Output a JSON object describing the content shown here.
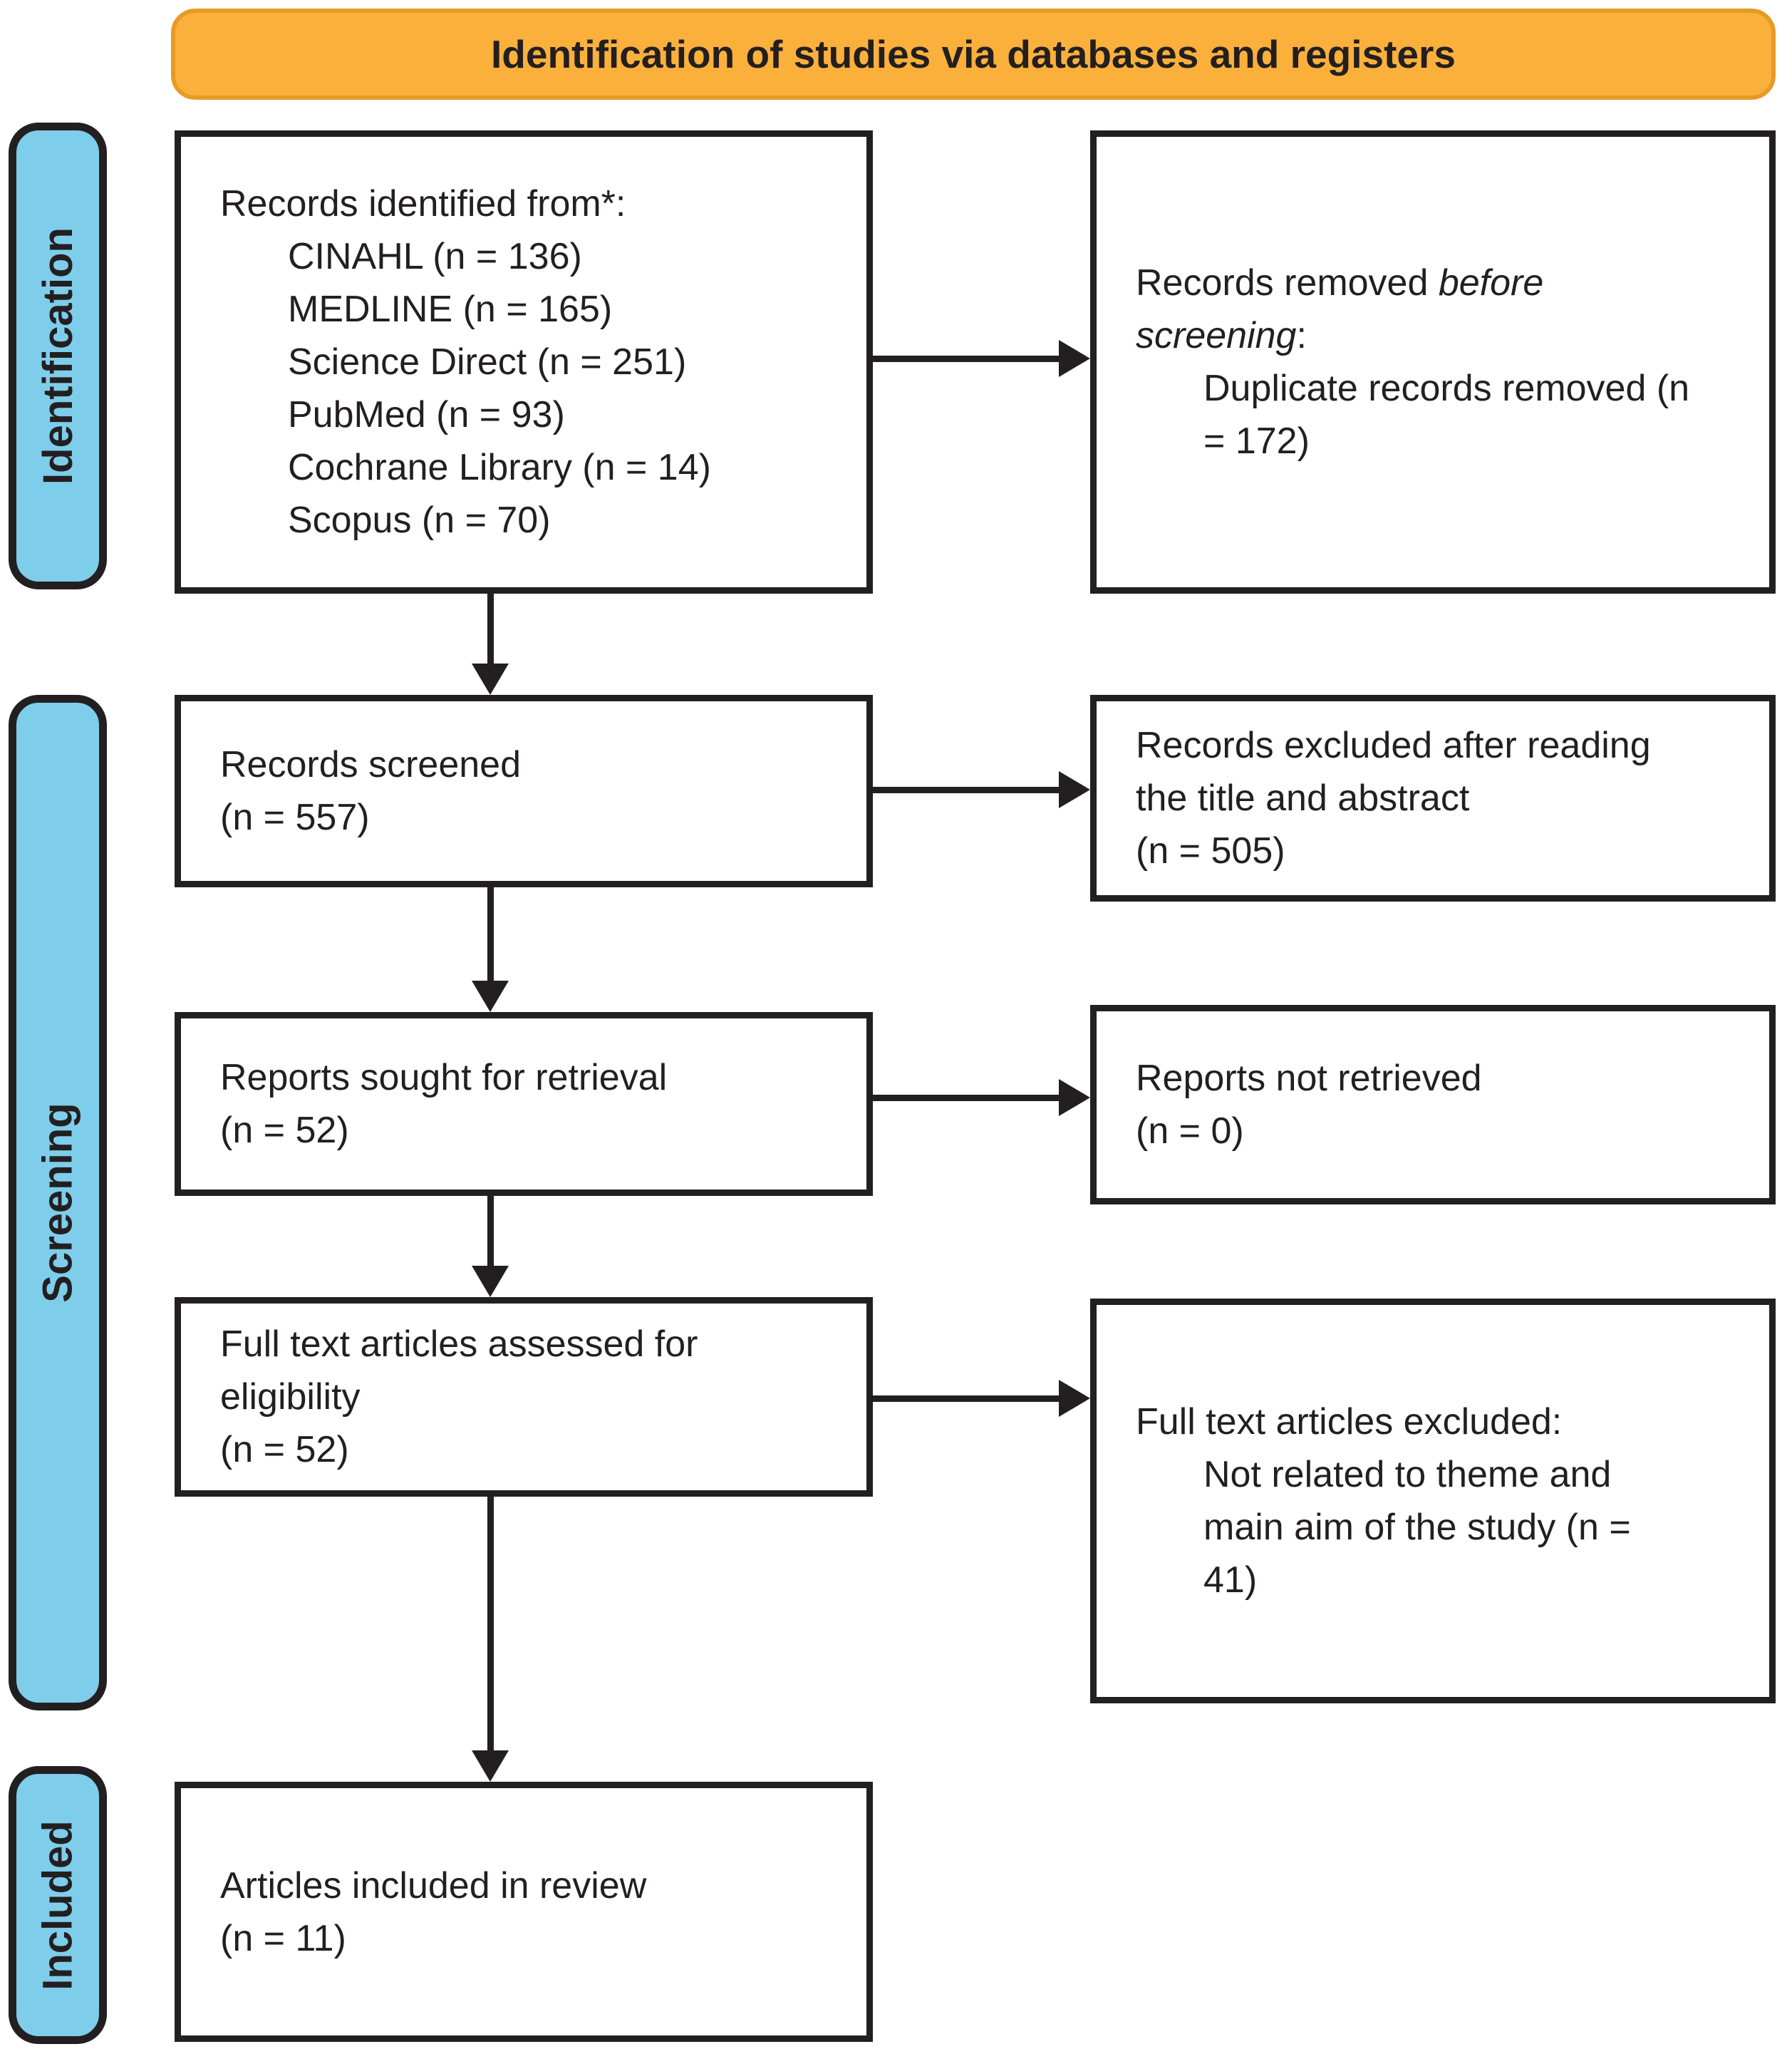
{
  "banner": {
    "title": "Identification of studies via databases and registers"
  },
  "sidebar": {
    "identification": "Identification",
    "screening": "Screening",
    "included": "Included"
  },
  "boxes": {
    "records_identified": {
      "title": "Records identified from*:",
      "items": [
        "CINAHL (n = 136)",
        "MEDLINE (n = 165)",
        "Science Direct (n = 251)",
        "PubMed (n = 93)",
        "Cochrane Library (n = 14)",
        "Scopus (n = 70)"
      ]
    },
    "records_removed": {
      "line1_normal": "Records removed ",
      "line1_italic": "before",
      "line2_italic": "screening",
      "line2_suffix": ":",
      "items": [
        "Duplicate records removed (n",
        "= 172)"
      ]
    },
    "records_screened": {
      "lines": [
        "Records screened",
        "(n = 557)"
      ]
    },
    "records_excluded": {
      "lines": [
        "Records excluded after reading",
        "the title and abstract",
        "(n = 505)"
      ]
    },
    "reports_sought": {
      "lines": [
        "Reports sought for retrieval",
        "(n = 52)"
      ]
    },
    "reports_not_retrieved": {
      "lines": [
        "Reports not retrieved",
        "(n = 0)"
      ]
    },
    "fulltext_assessed": {
      "lines": [
        "Full text articles assessed for",
        "eligibility",
        "(n = 52)"
      ]
    },
    "fulltext_excluded": {
      "title": "Full text articles excluded:",
      "items": [
        "Not related to theme and",
        "main aim of the study (n =",
        "41)"
      ]
    },
    "articles_included": {
      "lines": [
        "Articles included in review",
        "(n = 11)"
      ]
    }
  },
  "colors": {
    "banner_fill": "#FBB03B",
    "banner_border": "#E79B27",
    "sidebar_fill": "#7ECDEB",
    "box_border": "#231F20",
    "text": "#231F20"
  }
}
